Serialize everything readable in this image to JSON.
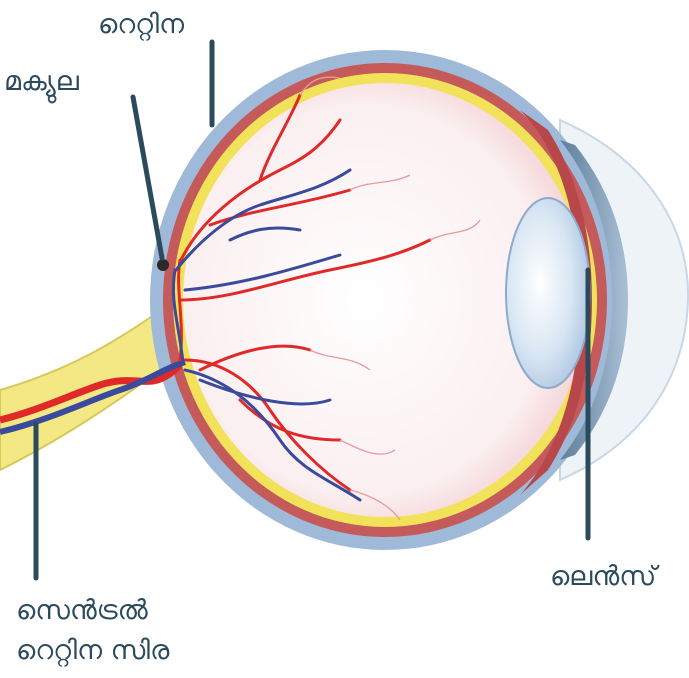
{
  "labels": {
    "retina": "റെറ്റിന",
    "macula": "മക്യുല",
    "lens": "ലെൻസ്",
    "central_retinal_vein_line1": "സെൻട്രൽ",
    "central_retinal_vein_line2": "റെറ്റിന സിര"
  },
  "colors": {
    "sclera": "#9fb9d9",
    "choroid": "#c55a5a",
    "retina_layer": "#f2e25a",
    "optic_nerve": "#f3e884",
    "artery": "#e02a2a",
    "vein": "#3a4a9c",
    "lens": "#c9dcef",
    "cornea": "#eef3f8",
    "pointer_line": "#2b4a5c",
    "label_text": "#2b4a5c"
  }
}
